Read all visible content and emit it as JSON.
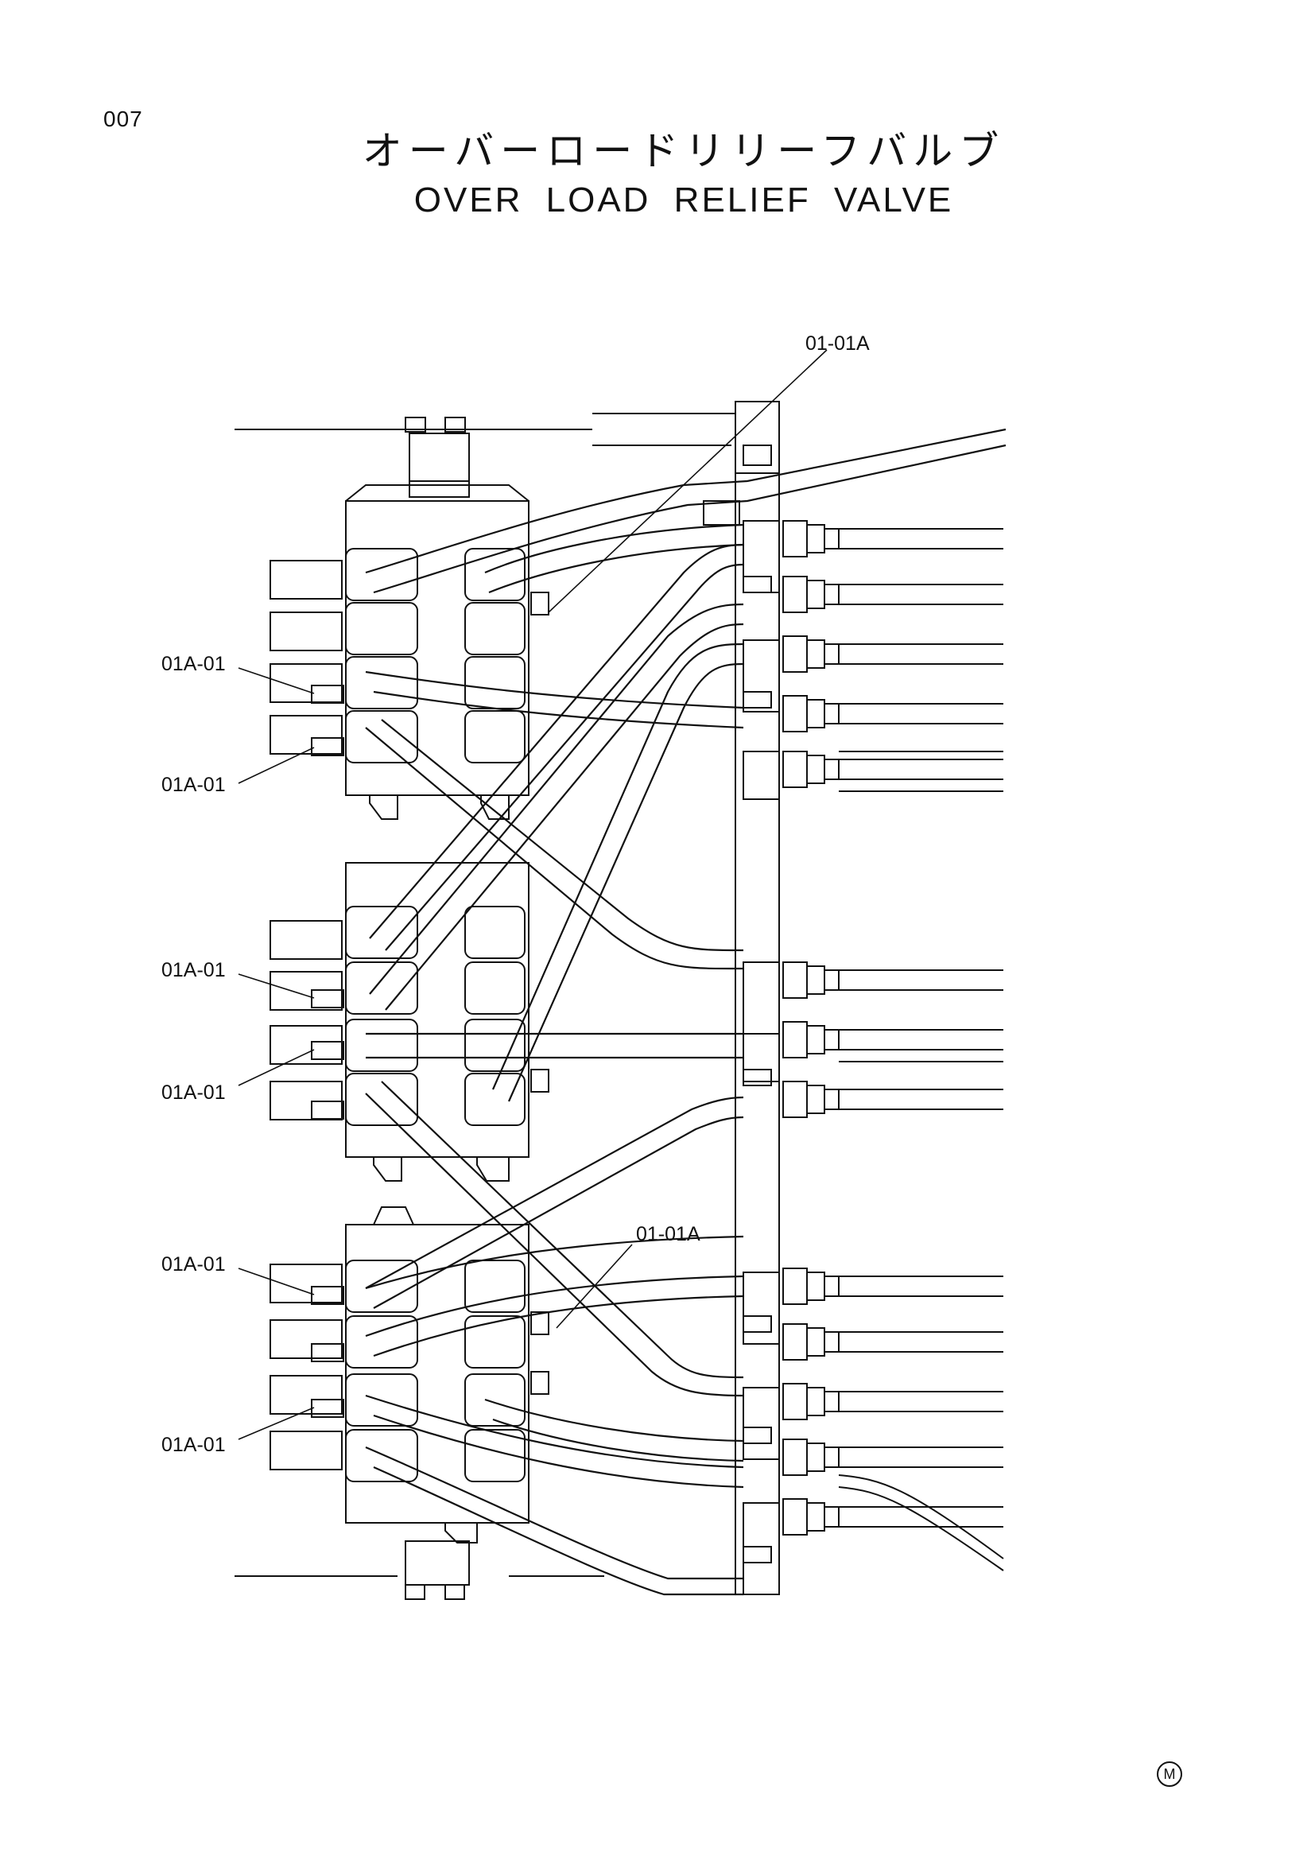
{
  "page_number": "007",
  "title": {
    "japanese": "オーバーロードリリーフバルブ",
    "english": "OVER LOAD RELIEF VALVE"
  },
  "callouts": [
    {
      "id": "c-top-right",
      "label": "01-01A"
    },
    {
      "id": "c-left-1",
      "label": "01A-01"
    },
    {
      "id": "c-left-2",
      "label": "01A-01"
    },
    {
      "id": "c-left-3",
      "label": "01A-01"
    },
    {
      "id": "c-left-4",
      "label": "01A-01"
    },
    {
      "id": "c-left-5",
      "label": "01A-01"
    },
    {
      "id": "c-left-6",
      "label": "01A-01"
    },
    {
      "id": "c-mid-right",
      "label": "01-01A"
    }
  ],
  "mark": "M"
}
